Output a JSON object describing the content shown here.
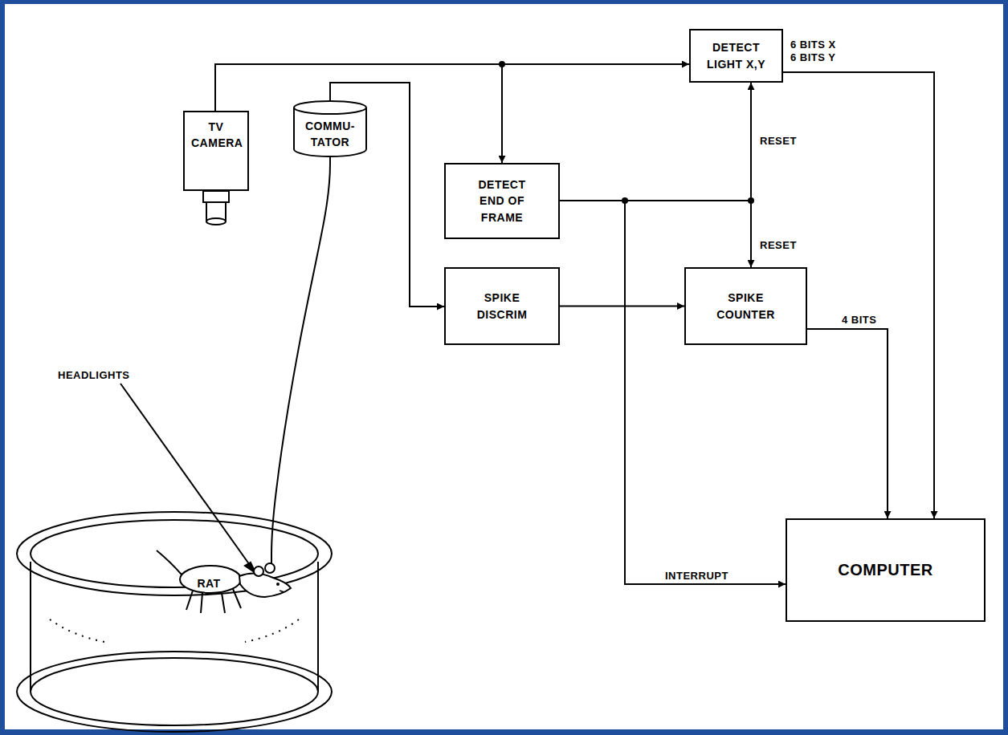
{
  "diagram": {
    "nodes": [
      {
        "text": [
          "TV CAMERA"
        ]
      },
      {
        "text": [
          "COMMU- TATOR"
        ]
      },
      {
        "text": [
          "DETECT LIGHT X,Y"
        ]
      },
      {
        "text": [
          "DETECT END OF FRAME"
        ]
      },
      {
        "text": [
          "SPIKE DISCRIM"
        ]
      },
      {
        "text": [
          "SPIKE COUNTER"
        ]
      },
      {
        "text": [
          "RAT"
        ]
      },
      {
        "text": [
          "COMPUTER"
        ]
      }
    ],
    "edges": [
      {
        "from": 0,
        "to": 2,
        "arrow": "to"
      },
      {
        "from": 0,
        "to": 3,
        "arrow": "to"
      },
      {
        "from": 1,
        "to": 4,
        "arrow": "to"
      },
      {
        "from": 6,
        "to": 1,
        "arrow": "none"
      },
      {
        "from": 4,
        "to": 5,
        "arrow": "to"
      },
      {
        "from": 3,
        "to": 2,
        "label": "RESET",
        "arrow": "to"
      },
      {
        "from": 3,
        "to": 5,
        "label": "RESET",
        "arrow": "to"
      },
      {
        "from": 3,
        "to": 7,
        "label": "INTERRUPT",
        "arrow": "to"
      },
      {
        "from": 5,
        "to": 7,
        "label": "4 BITS",
        "arrow": "to"
      },
      {
        "from": 2,
        "to": 7,
        "arrow": "to"
      }
    ],
    "labels": [
      "HEADLIGHTS",
      "6 BITS X",
      "6 BITS Y"
    ]
  }
}
